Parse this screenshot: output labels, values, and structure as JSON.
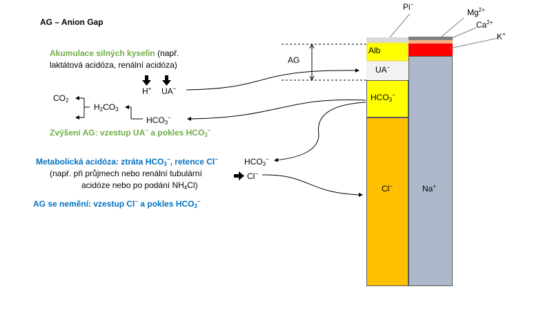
{
  "title": "AG – Anion Gap",
  "labels": {
    "pi": "Pi",
    "mg": "Mg",
    "mg_charge": "2+",
    "ca": "Ca",
    "ca_charge": "2+",
    "k": "K",
    "k_charge": "+",
    "minus": "−",
    "ag": "AG",
    "alb": "Alb",
    "ua": "UA",
    "hco3": "HCO",
    "sub3": "3",
    "cl": "Cl",
    "na": "Na",
    "na_charge": "+",
    "h": "H",
    "h_charge": "+",
    "co2": "CO",
    "sub2": "2",
    "h2co3_a": "H",
    "h2co3_b": "CO"
  },
  "texts": {
    "acid_head": "Akumulace silných kyselin",
    "acid_tail": " (např.",
    "acid_line2": "laktátová acidóza, renální acidóza)",
    "ag_increase_a": "Zvýšení AG: vzestup UA",
    "ag_increase_b": "  a pokles HCO",
    "metab_a": "Metabolická acidóza: ztráta HCO",
    "metab_b": ", retence Cl",
    "metab_line2": "(např. při průjmech nebo renální tubulární",
    "metab_line3_a": "acidóze nebo po podání NH",
    "metab_line3_b": "Cl)",
    "ag_same_a": "AG se nemění: vzestup Cl",
    "ag_same_b": " a pokles HCO"
  },
  "colors": {
    "alb": "#ffff00",
    "ua": "#f2f2f2",
    "hco3": "#ffff00",
    "cl": "#ffc000",
    "na": "#adb9ca",
    "k": "#ff0000",
    "ca": "#f4b183",
    "mg": "#d9d9d9",
    "mg_top": "#7f7f7f",
    "green": "#70ad47",
    "blue": "#0070c0"
  }
}
